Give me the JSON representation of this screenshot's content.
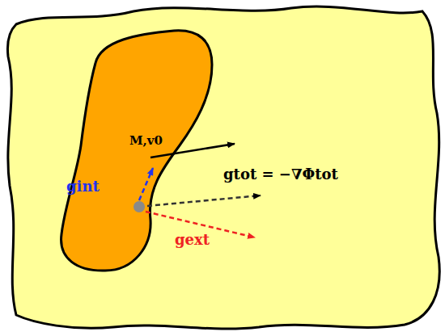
{
  "diagram": {
    "nodes": [
      {
        "text": [
          "M,v0"
        ]
      }
    ],
    "labels": [
      "gint",
      "gtot = −∇Φtot",
      "gext"
    ]
  }
}
